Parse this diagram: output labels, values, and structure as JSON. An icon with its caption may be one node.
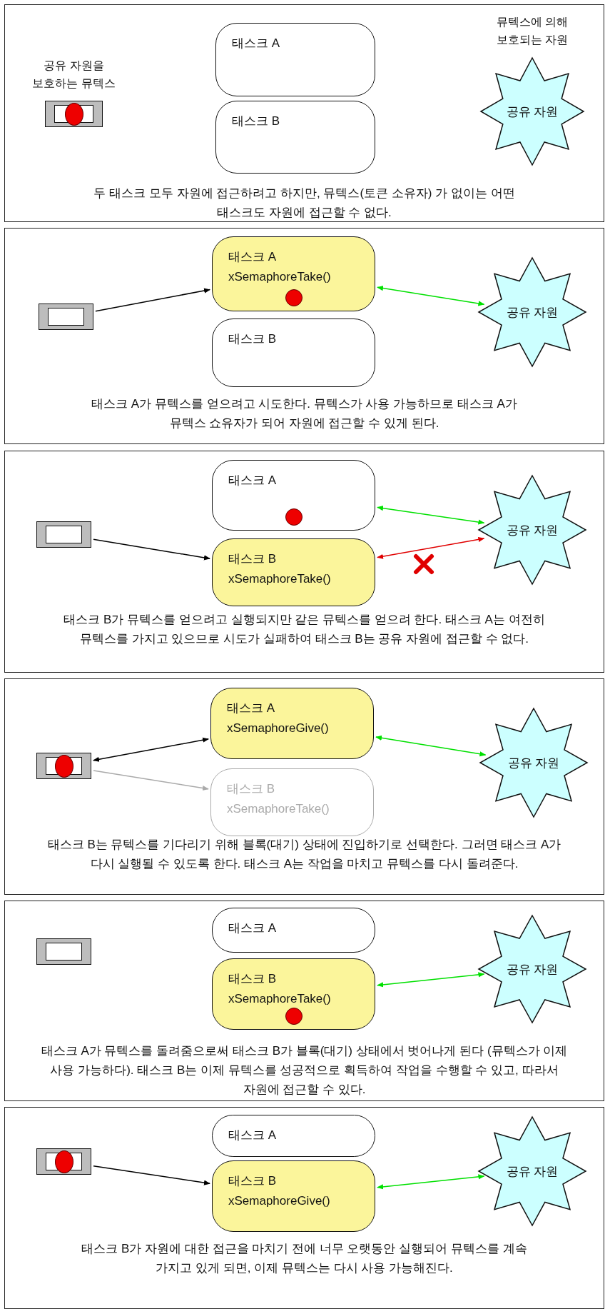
{
  "diagram": {
    "nodes": [
      {
        "text": [
          "두 태스크 모두 자원에 접근하려고 하지만, 뮤텍스(토큰 소유자) 가 없이는 어떤 태스크도 자원에 접근할 수 없다."
        ]
      },
      {
        "text": [
          "공유 자원을 보호하는 뮤텍스"
        ],
        "in": 0
      },
      {
        "text": [
          "태스크 A"
        ],
        "in": 0
      },
      {
        "text": [
          "태스크 B"
        ],
        "in": 0
      },
      {
        "text": [
          "뮤텍스에 의해 보호되는 자원",
          "공유 자원"
        ],
        "in": 0
      },
      {
        "text": [],
        "shape": "circle",
        "in": 1
      },
      {
        "text": [
          "태스크 A가 뮤텍스를 얻으려고 시도한다. 뮤텍스가 사용 가능하므로 태스크 A가 뮤텍스 쇼유자가 되어 자원에 접근할 수 있게 된다."
        ]
      },
      {
        "text": [],
        "shape": "box",
        "in": 6
      },
      {
        "text": [
          "태스크 A",
          "xSemaphoreTake()"
        ],
        "in": 6
      },
      {
        "text": [
          "태스크 B"
        ],
        "in": 6
      },
      {
        "text": [
          "공유 자원"
        ],
        "in": 6
      },
      {
        "text": [],
        "shape": "circle",
        "in": 8
      },
      {
        "text": [
          "태스크 B가 뮤텍스를 얻으려고 실행되지만 같은 뮤텍스를 얻으려 한다. 태스크 A는 여전히 뮤텍스를 가지고 있으므로 시도가 실패하여 태스크 B는 공유 자원에 접근할 수 없다."
        ]
      },
      {
        "text": [],
        "shape": "box",
        "in": 12
      },
      {
        "text": [
          "태스크 A"
        ],
        "in": 12
      },
      {
        "text": [
          "태스크 B",
          "xSemaphoreTake()"
        ],
        "in": 12
      },
      {
        "text": [
          "공유 자원"
        ],
        "in": 12
      },
      {
        "text": [],
        "shape": "circle",
        "in": 14
      },
      {
        "text": [
          "태스크 B는 뮤텍스를 기다리기 위해 블록(대기) 상태에 진입하기로 선택한다. 그러면 태스크 A가 다시 실행될 수 있도록 한다. 태스크 A는 작업을 마치고 뮤텍스를 다시 돌려준다."
        ]
      },
      {
        "text": [],
        "shape": "box",
        "in": 18
      },
      {
        "text": [
          "태스크 A",
          "xSemaphoreGive()"
        ],
        "in": 18
      },
      {
        "text": [
          "태스크 B",
          "xSemaphoreTake()"
        ],
        "in": 18
      },
      {
        "text": [
          "공유 자원"
        ],
        "in": 18
      },
      {
        "text": [],
        "shape": "circle",
        "in": 19
      },
      {
        "text": [
          "태스크 A가 뮤텍스를 돌려줌으로써 태스크 B가 블록(대기) 상태에서 벗어나게 된다 (뮤텍스가 이제 사용 가능하다). 태스크 B는 이제 뮤텍스를 성공적으로 획득하여 작업을 수행할 수 있고, 따라서 자원에 접근할 수 있다."
        ]
      },
      {
        "text": [],
        "shape": "box",
        "in": 24
      },
      {
        "text": [
          "태스크 A"
        ],
        "in": 24
      },
      {
        "text": [
          "태스크 B",
          "xSemaphoreTake()"
        ],
        "in": 24
      },
      {
        "text": [
          "공유 자원"
        ],
        "in": 24
      },
      {
        "text": [],
        "shape": "circle",
        "in": 27
      },
      {
        "text": [
          "태스크 B가 자원에 대한 접근을 마치기 전에 너무 오랫동안 실행되어 뮤텍스를 계속 가지고 있게 되면, 이제 뮤텍스는 다시 사용 가능해진다."
        ]
      },
      {
        "text": [],
        "shape": "box",
        "in": 30
      },
      {
        "text": [
          "태스크 A"
        ],
        "in": 30
      },
      {
        "text": [
          "태스크 B",
          "xSemaphoreGive()"
        ],
        "in": 30
      },
      {
        "text": [
          "공유 자원"
        ],
        "in": 30
      },
      {
        "text": [],
        "shape": "circle",
        "in": 31
      }
    ],
    "edges": [
      {
        "from": 7,
        "to": 8,
        "arrow": "to",
        "color": "#000000"
      },
      {
        "from": 8,
        "to": 10,
        "arrow": "both",
        "color": "#00e000"
      },
      {
        "from": 13,
        "to": 15,
        "arrow": "to",
        "color": "#000000"
      },
      {
        "from": 14,
        "to": 16,
        "arrow": "both",
        "color": "#00e000"
      },
      {
        "from": 15,
        "to": 16,
        "arrow": "both",
        "color": "#e00000"
      },
      {
        "from": 19,
        "to": 20,
        "arrow": "both",
        "color": "#000000"
      },
      {
        "from": 19,
        "to": 21,
        "arrow": "to",
        "color": "#aaaaaa"
      },
      {
        "from": 20,
        "to": 22,
        "arrow": "both",
        "color": "#00e000"
      },
      {
        "from": 27,
        "to": 28,
        "arrow": "both",
        "color": "#00e000"
      },
      {
        "from": 31,
        "to": 33,
        "arrow": "to",
        "color": "#000000"
      },
      {
        "from": 33,
        "to": 34,
        "arrow": "both",
        "color": "#00e000"
      }
    ]
  }
}
